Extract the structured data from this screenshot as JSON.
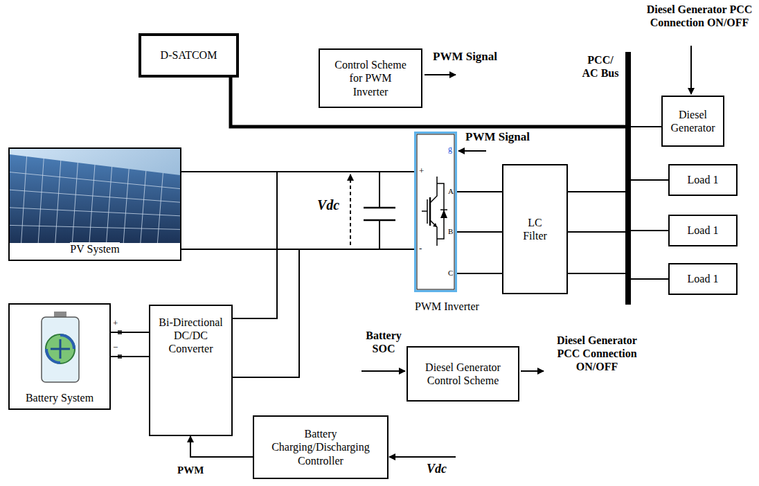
{
  "diagram": {
    "nodes": [
      {
        "text": [
          "D-SATCOM"
        ]
      },
      {
        "text": [
          "Control Scheme for PWM Inverter"
        ]
      },
      {
        "text": [
          "PV System"
        ]
      },
      {
        "text": [
          "PWM Inverter"
        ]
      },
      {
        "text": [
          "LC Filter"
        ]
      },
      {
        "text": [
          "PCC/ AC Bus"
        ]
      },
      {
        "text": [
          "Diesel Generator"
        ]
      },
      {
        "text": [
          "Load 1"
        ]
      },
      {
        "text": [
          "Load 1"
        ]
      },
      {
        "text": [
          "Load 1"
        ]
      },
      {
        "text": [
          "Battery System"
        ]
      },
      {
        "text": [
          "Bi-Directional DC/DC Converter"
        ]
      },
      {
        "text": [
          "Diesel Generator Control Scheme"
        ]
      },
      {
        "text": [
          "Battery Charging/Discharging Controller"
        ]
      }
    ],
    "edges": [
      {
        "from": 0,
        "to": 5,
        "arrow": "none"
      },
      {
        "from": 2,
        "to": 3,
        "arrow": "none"
      },
      {
        "from": 2,
        "to": 3,
        "arrow": "none"
      },
      {
        "from": 10,
        "to": 11,
        "arrow": "none"
      },
      {
        "from": 10,
        "to": 11,
        "arrow": "none"
      },
      {
        "from": 11,
        "to": 3,
        "arrow": "none"
      },
      {
        "from": 11,
        "to": 3,
        "arrow": "none"
      },
      {
        "from": 3,
        "to": 4,
        "arrow": "none"
      },
      {
        "from": 3,
        "to": 4,
        "arrow": "none"
      },
      {
        "from": 3,
        "to": 4,
        "arrow": "none"
      },
      {
        "from": 4,
        "to": 5,
        "arrow": "none"
      },
      {
        "from": 4,
        "to": 5,
        "arrow": "none"
      },
      {
        "from": 4,
        "to": 5,
        "arrow": "none"
      },
      {
        "from": 5,
        "to": 6,
        "arrow": "none"
      },
      {
        "from": 5,
        "to": 7,
        "arrow": "none"
      },
      {
        "from": 5,
        "to": 8,
        "arrow": "none"
      },
      {
        "from": 5,
        "to": 9,
        "arrow": "none"
      },
      {
        "from": 13,
        "to": 11,
        "arrow": "to"
      }
    ],
    "labels": [
      "PWM Signal",
      "PWM Signal",
      "Vdc",
      "+",
      "-",
      "A",
      "B",
      "C",
      "g",
      "+",
      "−",
      "Diesel Generator PCC Connection ON/OFF",
      "Battery SOC",
      "Diesel Generator PCC Connection ON/OFF",
      "PWM",
      "Vdc"
    ]
  }
}
